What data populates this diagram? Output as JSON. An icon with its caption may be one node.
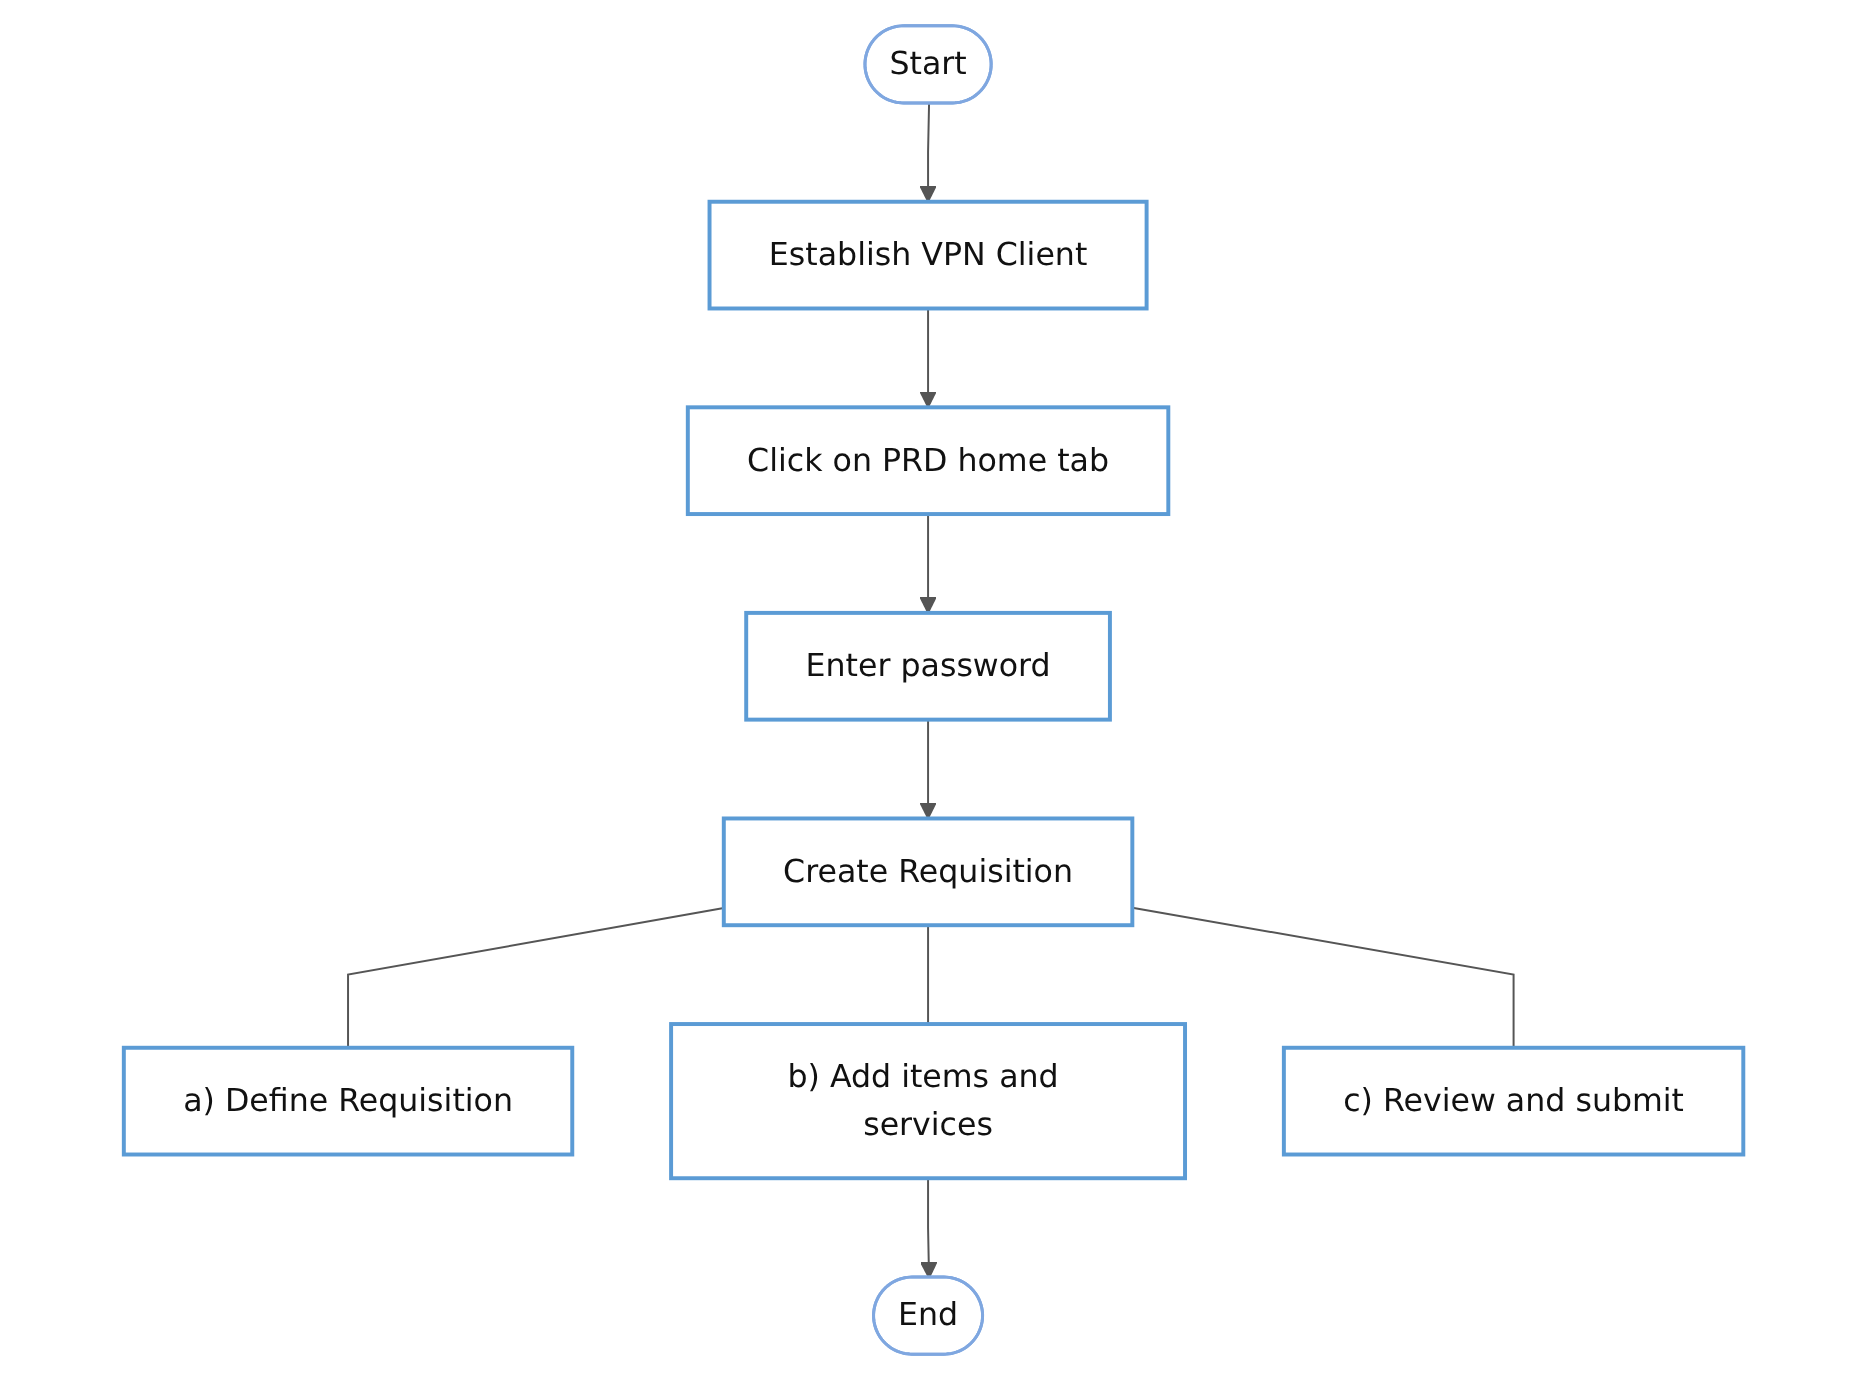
{
  "diagram": {
    "nodes": [
      {
        "text": [
          "Start"
        ]
      },
      {
        "text": [
          "Establish VPN Client"
        ]
      },
      {
        "text": [
          "Click on PRD home tab"
        ]
      },
      {
        "text": [
          "Enter password"
        ]
      },
      {
        "text": [
          "Create Requisition"
        ]
      },
      {
        "text": [
          "a) Define Requisition"
        ]
      },
      {
        "text": [
          "b) Add items and services"
        ]
      },
      {
        "text": [
          "c) Review and submit"
        ]
      },
      {
        "text": [
          "End"
        ]
      }
    ],
    "edges": [
      {
        "from": 0,
        "to": 1,
        "arrow": "to"
      },
      {
        "from": 1,
        "to": 2,
        "arrow": "to"
      },
      {
        "from": 2,
        "to": 3,
        "arrow": "to"
      },
      {
        "from": 3,
        "to": 4,
        "arrow": "to"
      },
      {
        "from": 4,
        "to": 5,
        "arrow": "none"
      },
      {
        "from": 4,
        "to": 6,
        "arrow": "none"
      },
      {
        "from": 4,
        "to": 7,
        "arrow": "none"
      },
      {
        "from": 6,
        "to": 8,
        "arrow": "to"
      }
    ]
  }
}
